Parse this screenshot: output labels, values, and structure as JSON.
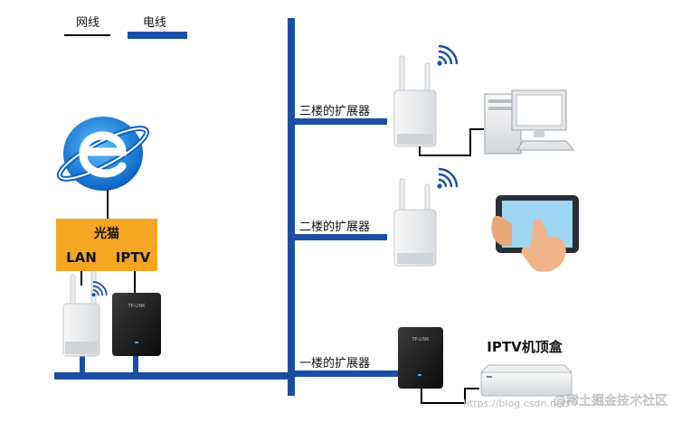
{
  "legend": {
    "network_line": "网线",
    "power_line": "电线"
  },
  "modem": {
    "title": "光猫",
    "lan": "LAN",
    "iptv": "IPTV"
  },
  "extenders": {
    "third_floor": "三楼的扩展器",
    "second_floor": "二楼的扩展器",
    "first_floor": "一楼的扩展器"
  },
  "devices": {
    "set_top_box": "IPTV机顶盒",
    "adapter_brand": "TP-LINK"
  },
  "watermark": {
    "left": "https://blog.csdn.net/",
    "right": "@稀土掘金技术社区"
  },
  "colors": {
    "power_line": "#1a4fa3",
    "modem_box": "#f5a623",
    "network_line": "#000000",
    "wifi": "#1a4fa3"
  },
  "icons": [
    "internet-e-icon",
    "wifi-icon",
    "desktop-pc-icon",
    "tablet-hand-icon",
    "powerline-adapter-icon",
    "wireless-extender-icon",
    "set-top-box-icon"
  ]
}
